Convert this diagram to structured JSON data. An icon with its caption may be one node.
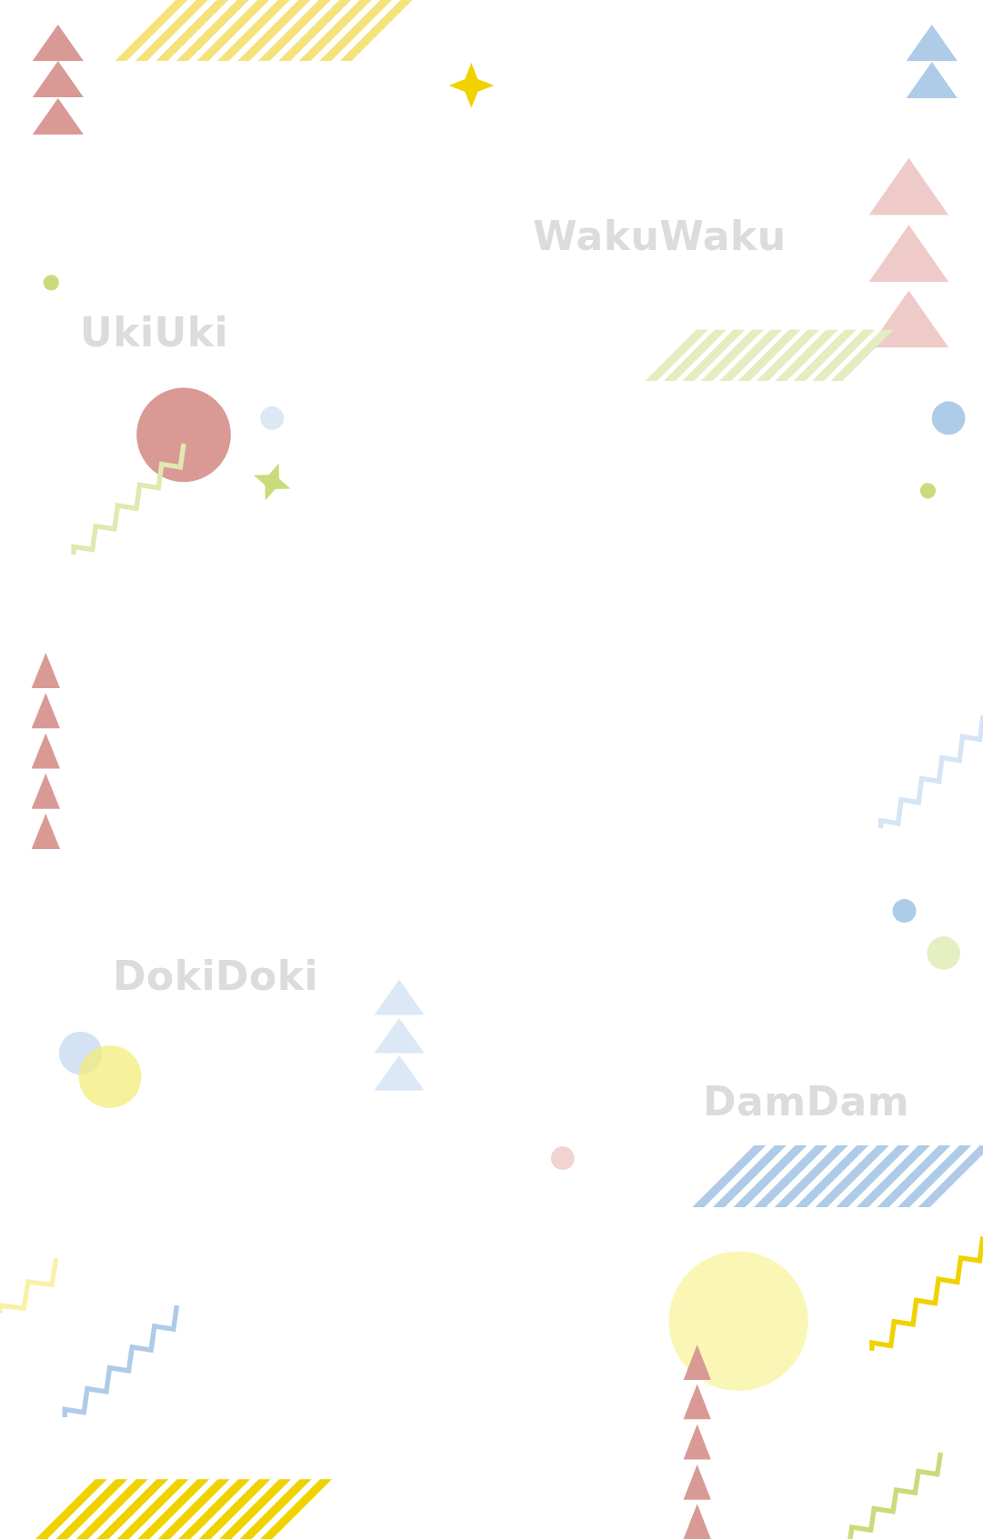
{
  "diagram": {
    "labels": [
      "WakuWaku",
      "UkiUki",
      "DokiDoki",
      "DamDam"
    ]
  }
}
